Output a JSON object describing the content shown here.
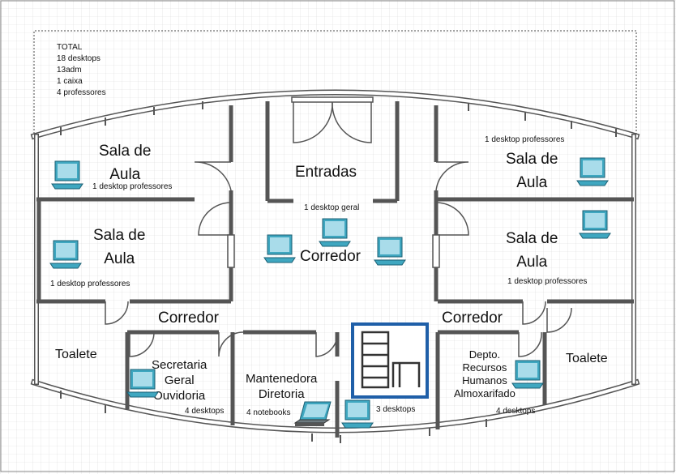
{
  "summary": {
    "title": "TOTAL",
    "lines": [
      "18 desktops",
      "13adm",
      "1 caixa",
      "4 professores"
    ]
  },
  "rooms": {
    "sala_tl": {
      "name": "Sala de\nAula",
      "note": "1 desktop professores"
    },
    "sala_ml": {
      "name": "Sala de\nAula",
      "note": "1 desktop professores"
    },
    "sala_tr": {
      "name": "Sala de\nAula",
      "note": "1 desktop professores"
    },
    "sala_mr": {
      "name": "Sala de\nAula",
      "note": "1 desktop professores"
    },
    "entradas": {
      "name": "Entradas",
      "note": "1 desktop geral"
    },
    "corredor_center": {
      "name": "Corredor"
    },
    "corredor_left": {
      "name": "Corredor"
    },
    "corredor_right": {
      "name": "Corredor"
    },
    "toalete_left": {
      "name": "Toalete"
    },
    "toalete_right": {
      "name": "Toalete"
    },
    "secretaria": {
      "name": "Secretaria\nGeral\nOuvidoria",
      "note": "4 desktops"
    },
    "mantenedora": {
      "name": "Mantenedora\nDiretoria",
      "note": "4 notebooks"
    },
    "center_room": {
      "note": "3 desktops"
    },
    "depto": {
      "name": "Depto.\nRecursos\nHumanos\nAlmoxarifado",
      "note": "4 desktops"
    }
  },
  "icons": {
    "desktop": "desktop-computer-icon",
    "notebook": "laptop-icon",
    "server": "server-rack-icon"
  },
  "colors": {
    "wall": "#555555",
    "grid": "#d9d9d9",
    "computer": "#3fa7c0",
    "rack_border": "#1f5fa8"
  }
}
